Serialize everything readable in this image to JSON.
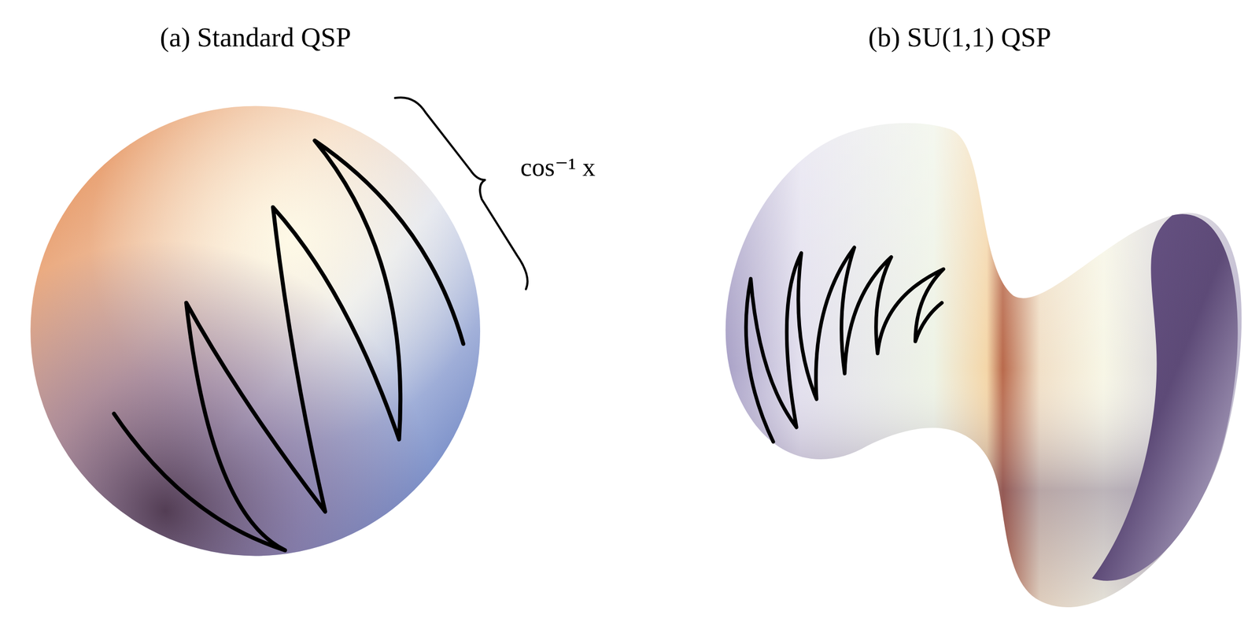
{
  "diagram": {
    "labels": [
      "(a) Standard QSP",
      "(b) SU(1,1) QSP",
      "cos⁻¹ x"
    ]
  }
}
